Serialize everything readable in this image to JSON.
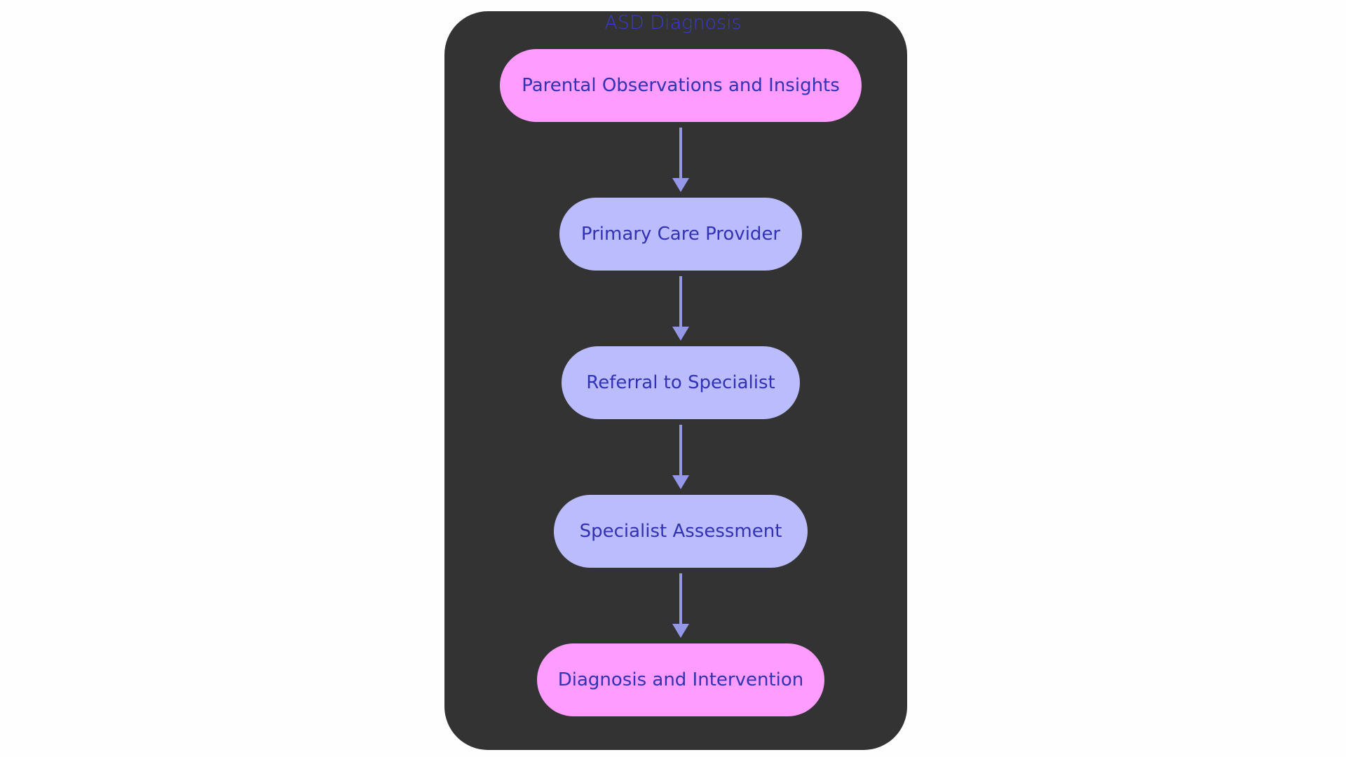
{
  "diagram": {
    "cluster": {
      "title": "ASD Diagnosis",
      "background_color": "#333333",
      "title_color": "#3a3ad0"
    },
    "colors": {
      "start_end_node": "#ff9cff",
      "step_node": "#bbbcfd",
      "node_text": "#3232b4",
      "edge": "#9598e8"
    },
    "nodes": [
      {
        "id": "parental",
        "label": "Parental Observations and Insights",
        "kind": "start_end_node"
      },
      {
        "id": "pcp",
        "label": "Primary Care Provider",
        "kind": "step_node"
      },
      {
        "id": "referral",
        "label": "Referral to Specialist",
        "kind": "step_node"
      },
      {
        "id": "assessment",
        "label": "Specialist Assessment",
        "kind": "step_node"
      },
      {
        "id": "diagnosis",
        "label": "Diagnosis and Intervention",
        "kind": "start_end_node"
      }
    ],
    "edges": [
      {
        "from": "parental",
        "to": "pcp"
      },
      {
        "from": "pcp",
        "to": "referral"
      },
      {
        "from": "referral",
        "to": "assessment"
      },
      {
        "from": "assessment",
        "to": "diagnosis"
      }
    ]
  }
}
